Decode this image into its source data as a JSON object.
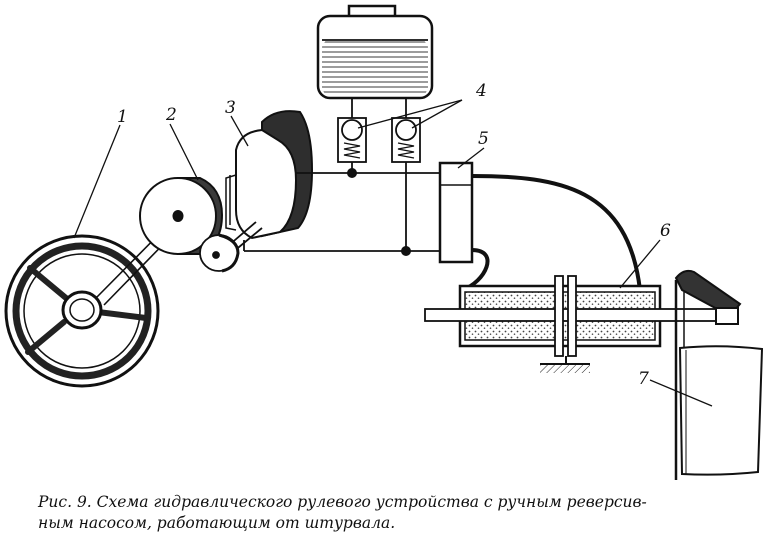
{
  "diagram": {
    "callouts": [
      {
        "id": "1",
        "label": "1"
      },
      {
        "id": "2",
        "label": "2"
      },
      {
        "id": "3",
        "label": "3"
      },
      {
        "id": "4",
        "label": "4"
      },
      {
        "id": "5",
        "label": "5"
      },
      {
        "id": "6",
        "label": "6"
      },
      {
        "id": "7",
        "label": "7"
      }
    ]
  },
  "caption": {
    "line1": "Рис. 9. Схема гидравлического рулевого устройства с ручным реверсив-",
    "line2": "ным насосом, работающим от штурвала."
  }
}
